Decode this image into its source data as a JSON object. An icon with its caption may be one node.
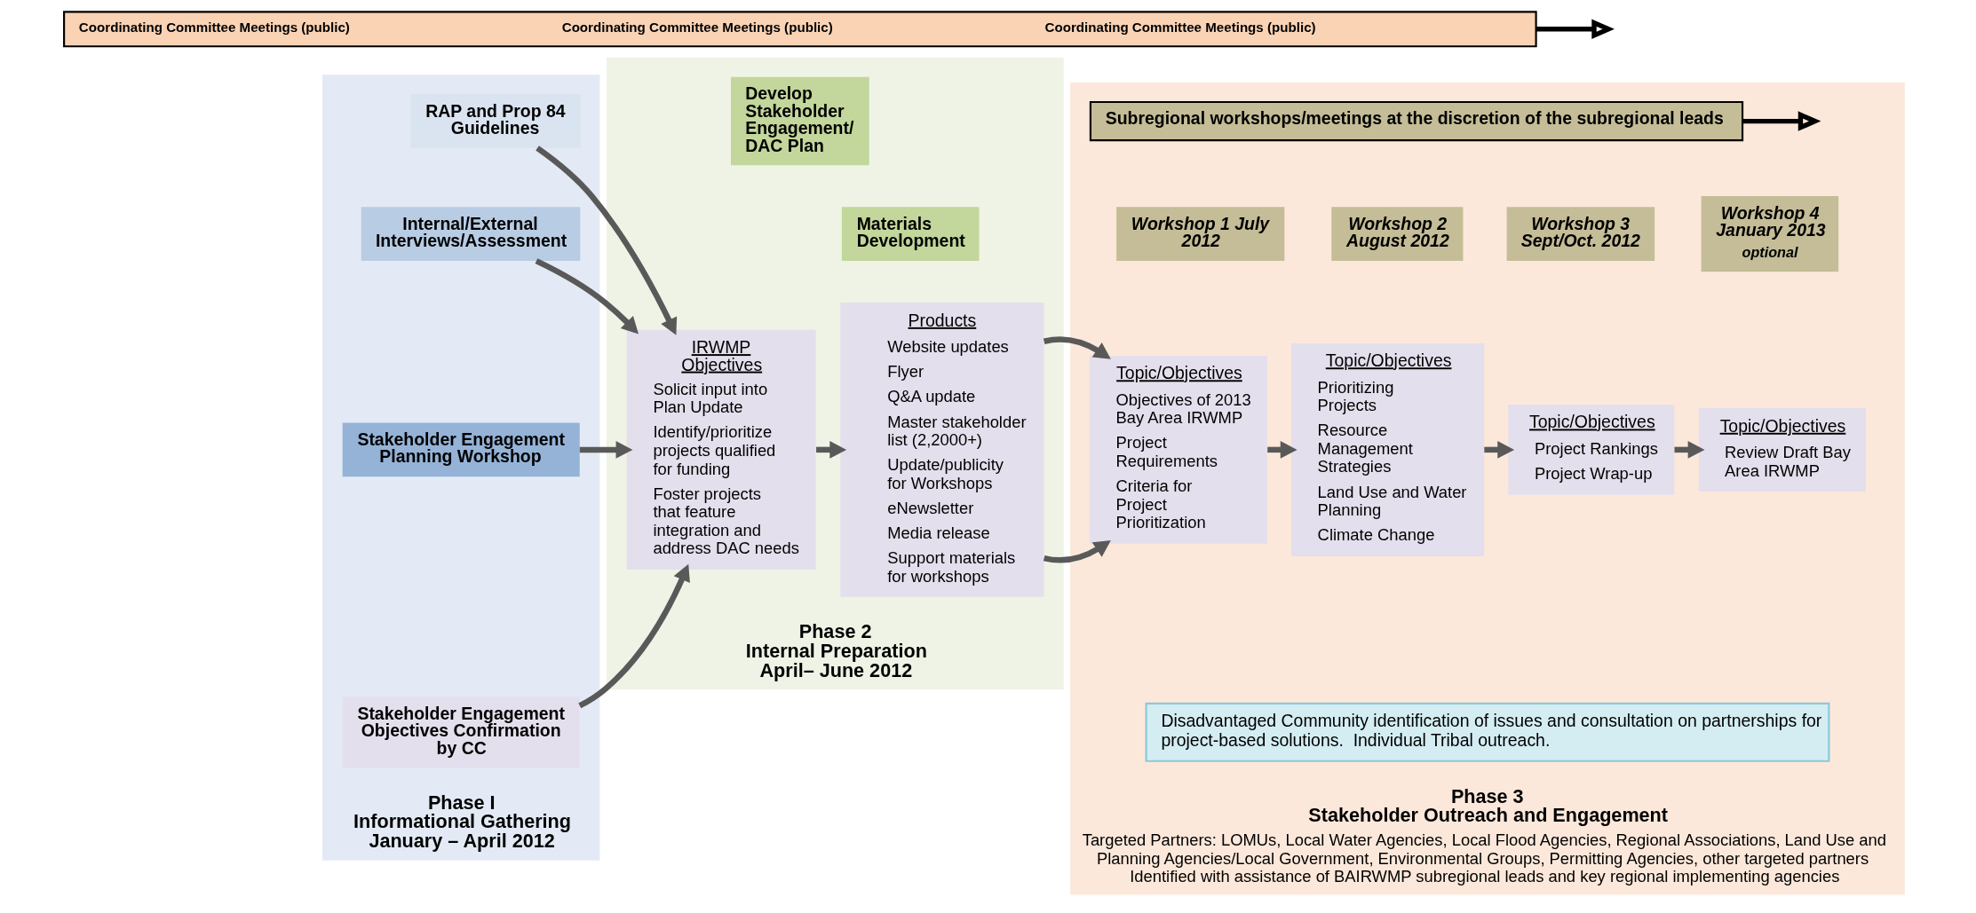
{
  "diagram": {
    "nodes": [
      {
        "text": [
          "Coordinating Committee Meetings (public)",
          "Coordinating Committee Meetings (public)",
          "Coordinating Committee Meetings (public)"
        ]
      },
      {
        "text": [
          "Phase I Informational Gathering January – April 2012"
        ]
      },
      {
        "text": [
          "RAP and Prop 84 Guidelines"
        ],
        "in": 1
      },
      {
        "text": [
          "Internal/External Interviews/Assessment"
        ],
        "in": 1
      },
      {
        "text": [
          "Stakeholder Engagement Planning Workshop"
        ],
        "in": 1
      },
      {
        "text": [
          "Stakeholder Engagement Objectives Confirmation by CC"
        ],
        "in": 1
      },
      {
        "text": [
          "Phase 2 Internal Preparation April– June 2012"
        ]
      },
      {
        "text": [
          "Develop Stakeholder Engagement/ DAC Plan"
        ],
        "in": 6
      },
      {
        "text": [
          "IRWMP Objectives",
          "Solicit input into Plan Update",
          "Identify/prioritize projects qualified for funding",
          "Foster projects that feature integration and address DAC needs"
        ],
        "in": 6
      },
      {
        "text": [
          "Materials Development"
        ],
        "in": 6
      },
      {
        "text": [
          "Products",
          "Website updates",
          "Flyer",
          "Q&A update",
          "Master stakeholder list (2,2000+)",
          "Update/publicity for Workshops",
          "eNewsletter",
          "Media release",
          "Support materials for workshops"
        ],
        "in": 6
      },
      {
        "text": [
          "Phase 3 Stakeholder Outreach and Engagement",
          "Targeted Partners: LOMUs, Local Water Agencies, Local Flood Agencies, Regional Associations, Land Use and Planning Agencies/Local Government, Environmental Groups, Permitting Agencies, other targeted partners Identified with assistance of BAIRWMP subregional leads and key regional implementing agencies"
        ]
      },
      {
        "text": [
          "Subregional workshops/meetings at the discretion of the subregional leads"
        ],
        "in": 11
      },
      {
        "text": [
          "Workshop 1 July 2012"
        ],
        "in": 11
      },
      {
        "text": [
          "Topic/Objectives",
          "Objectives of 2013 Bay Area IRWMP",
          "Project Requirements",
          "Criteria for Project Prioritization"
        ],
        "in": 11
      },
      {
        "text": [
          "Workshop 2 August 2012"
        ],
        "in": 11
      },
      {
        "text": [
          "Topic/Objectives",
          "Prioritizing Projects",
          "Resource Management Strategies",
          "Land Use and Water Planning",
          "Climate Change"
        ],
        "in": 11
      },
      {
        "text": [
          "Workshop 3 Sept/Oct. 2012"
        ],
        "in": 11
      },
      {
        "text": [
          "Topic/Objectives",
          "Project Rankings",
          "Project Wrap-up"
        ],
        "in": 11
      },
      {
        "text": [
          "Workshop 4 January 2013",
          "optional"
        ],
        "in": 11
      },
      {
        "text": [
          "Topic/Objectives",
          "Review Draft Bay Area IRWMP"
        ],
        "in": 11
      },
      {
        "text": [
          "Disadvantaged Community identification of issues and consultation on partnerships for project-based solutions.  Individual Tribal outreach."
        ],
        "in": 11
      }
    ],
    "edges": [
      {
        "from": 0,
        "to": null,
        "arrow": "to"
      },
      {
        "from": 12,
        "to": null,
        "arrow": "to"
      },
      {
        "from": 2,
        "to": 8,
        "arrow": "to"
      },
      {
        "from": 3,
        "to": 8,
        "arrow": "to"
      },
      {
        "from": 4,
        "to": 8,
        "arrow": "to"
      },
      {
        "from": 5,
        "to": 8,
        "arrow": "to"
      },
      {
        "from": 8,
        "to": 10,
        "arrow": "to"
      },
      {
        "from": 10,
        "to": 14,
        "arrow": "to"
      },
      {
        "from": 14,
        "to": 16,
        "arrow": "to"
      },
      {
        "from": 16,
        "to": 18,
        "arrow": "to"
      },
      {
        "from": 18,
        "to": 20,
        "arrow": "to"
      }
    ]
  }
}
